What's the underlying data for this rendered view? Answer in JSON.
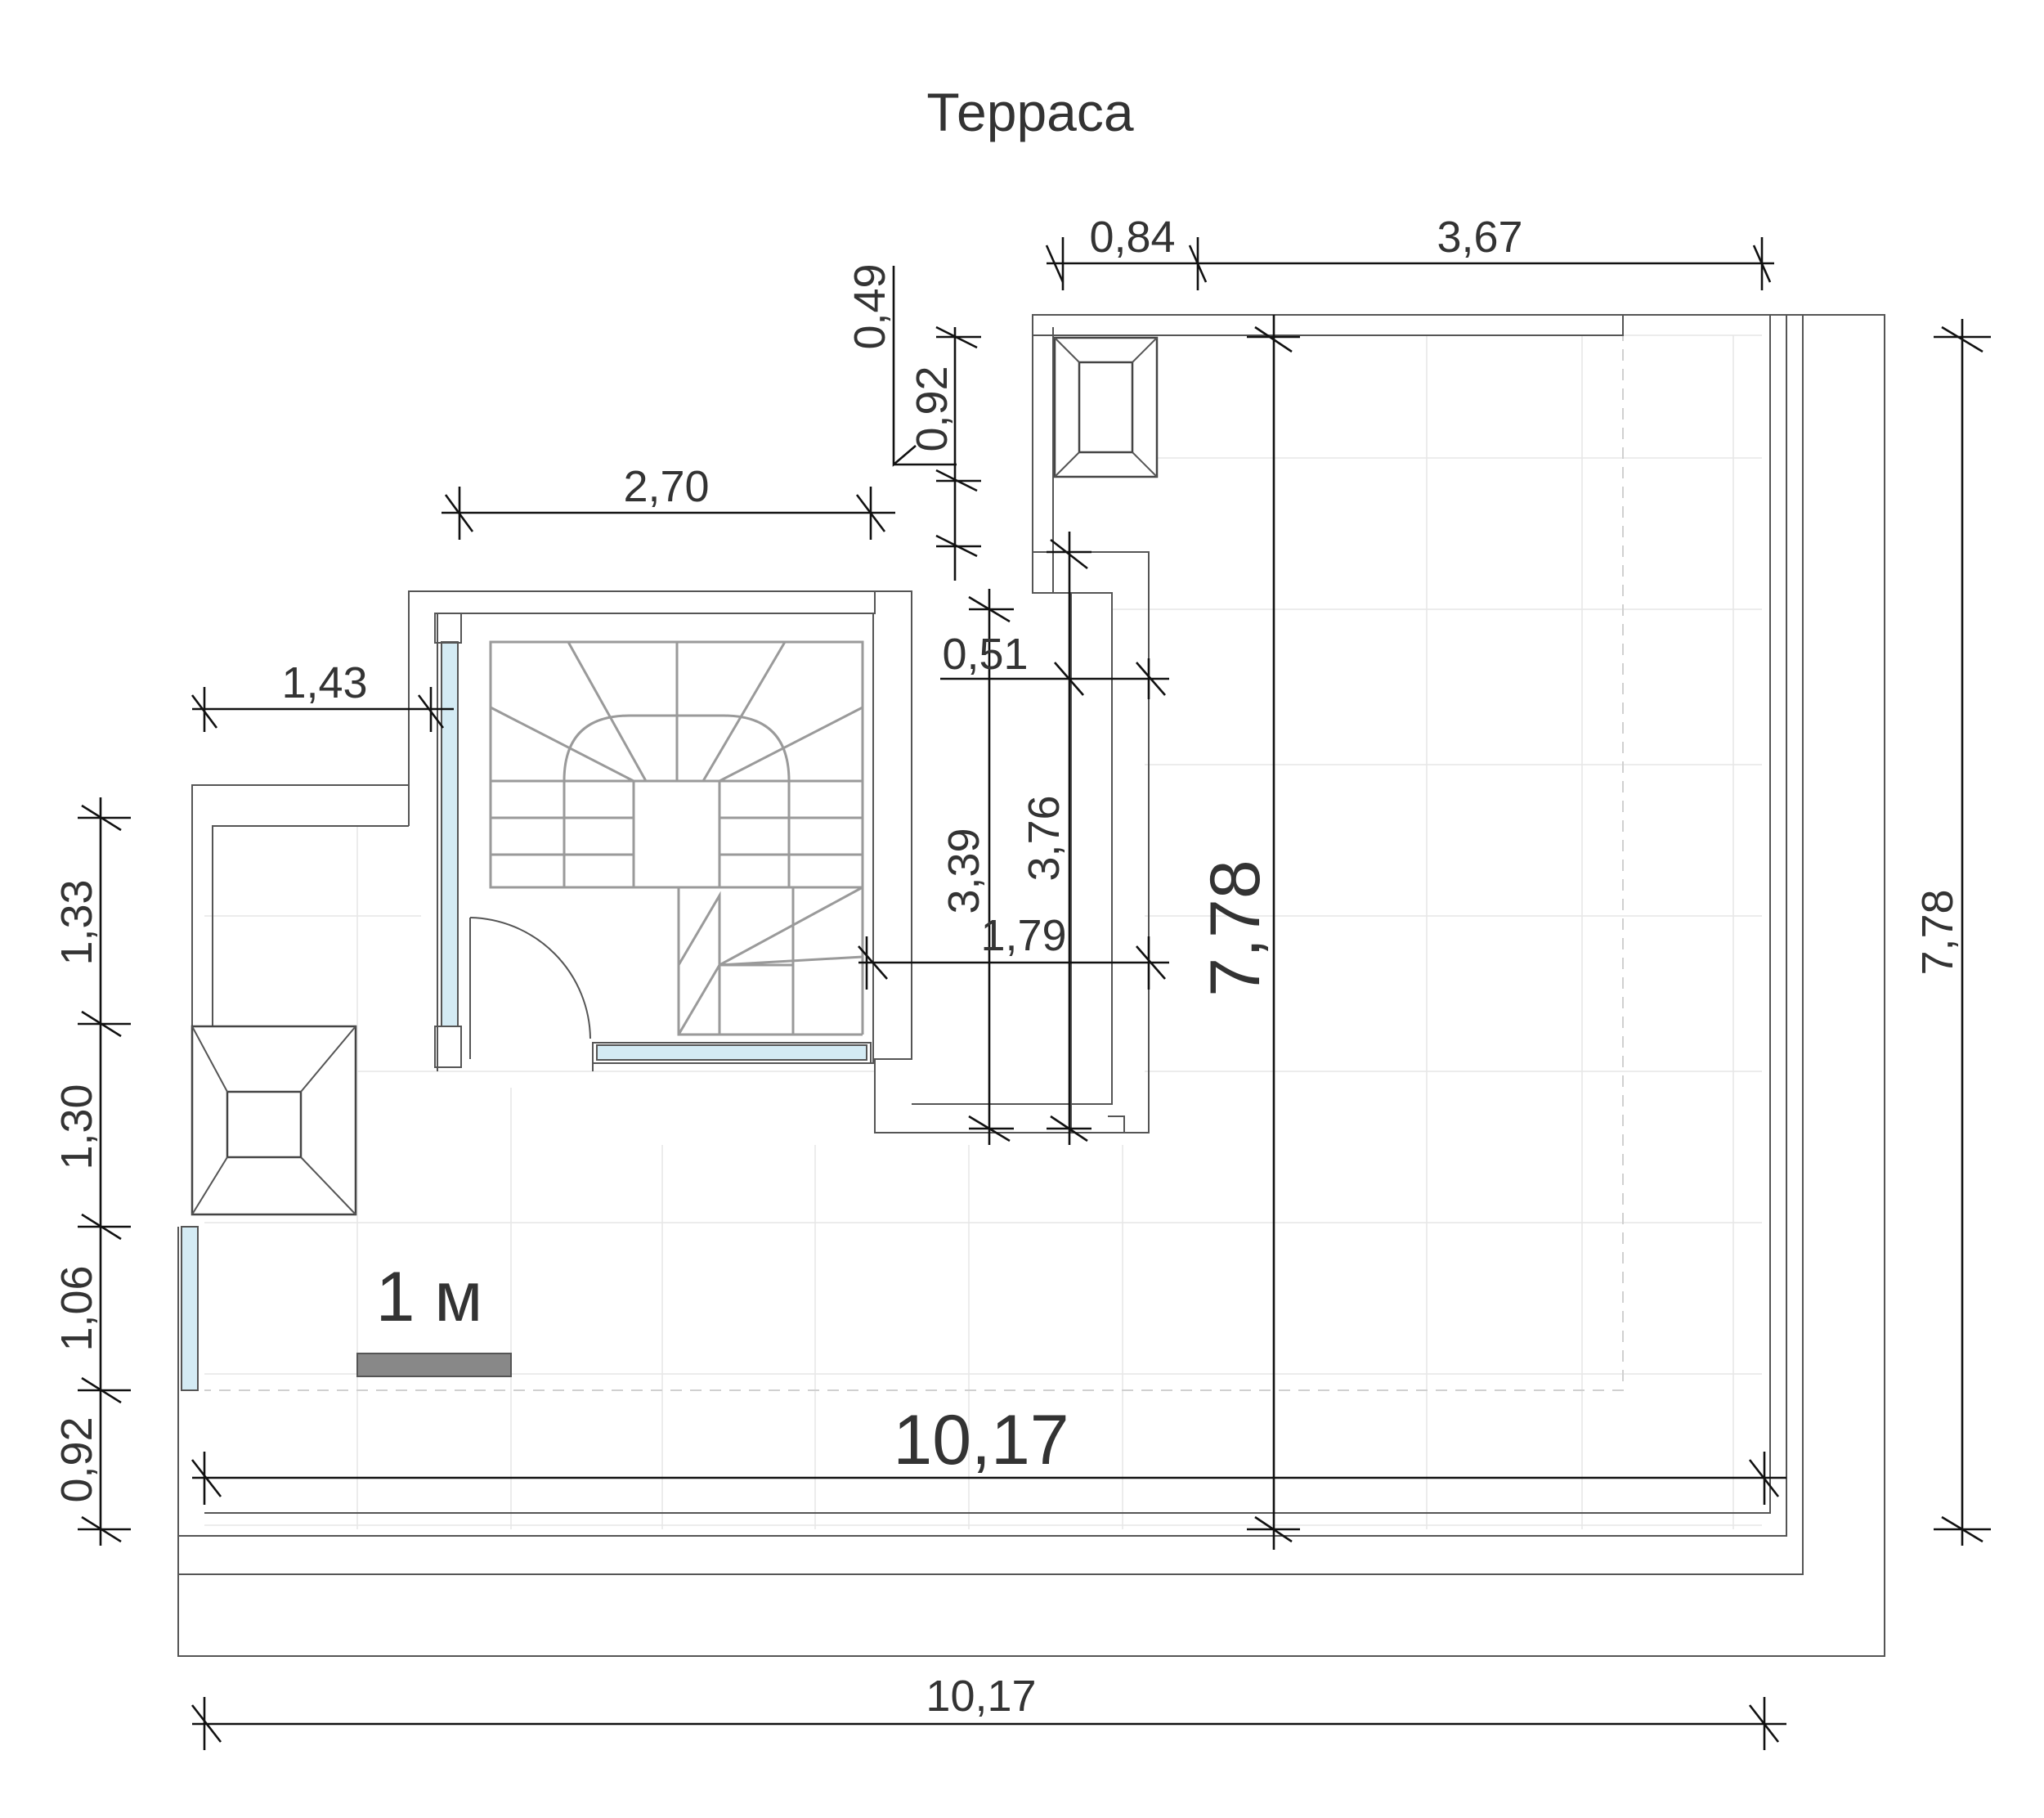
{
  "title": "Терраса",
  "scale_bar": {
    "label": "1 м"
  },
  "dimensions": {
    "top_left": "0,84",
    "top_right": "3,67",
    "upper_vertical_a": "0,49",
    "upper_vertical_b": "0,92",
    "stair_width": "2,70",
    "left_offset": "1,43",
    "corridor_small": "0,51",
    "corridor_height_a": "3,39",
    "corridor_height_b": "3,76",
    "corridor_width": "1,79",
    "interior_height": "7,78",
    "right_height": "7,78",
    "left_1": "1,33",
    "left_2": "1,30",
    "left_3": "1,06",
    "left_4": "0,92",
    "interior_width": "10,17",
    "bottom_width": "10,17"
  }
}
